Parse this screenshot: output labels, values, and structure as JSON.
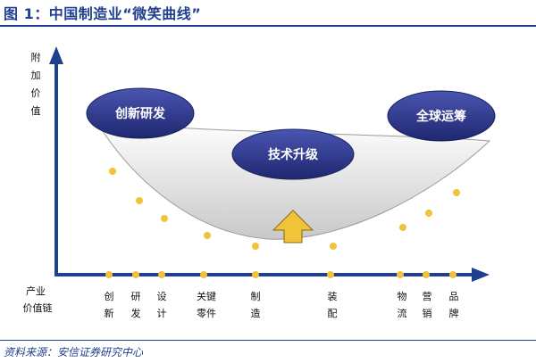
{
  "figure": {
    "title": "图 1：中国制造业“微笑曲线”",
    "source": "资料来源：安信证券研究中心"
  },
  "axes": {
    "y_label": "附加价值",
    "x_label": "产业价值链"
  },
  "bubbles": [
    {
      "label": "创新研发"
    },
    {
      "label": "技术升级"
    },
    {
      "label": "全球运筹"
    }
  ],
  "stages": [
    {
      "label": "创新"
    },
    {
      "label": "研发"
    },
    {
      "label": "设计"
    },
    {
      "label": "关键零件"
    },
    {
      "label": "制造"
    },
    {
      "label": "装配"
    },
    {
      "label": "物流"
    },
    {
      "label": "营销"
    },
    {
      "label": "品牌"
    }
  ],
  "colors": {
    "axis": "#1f3f8f",
    "bubble": "#2b3488",
    "curve_fill": "#d2d2d2",
    "dot": "#f2c23a",
    "arrow": "#f2c23a",
    "title": "#1f3f8f"
  }
}
